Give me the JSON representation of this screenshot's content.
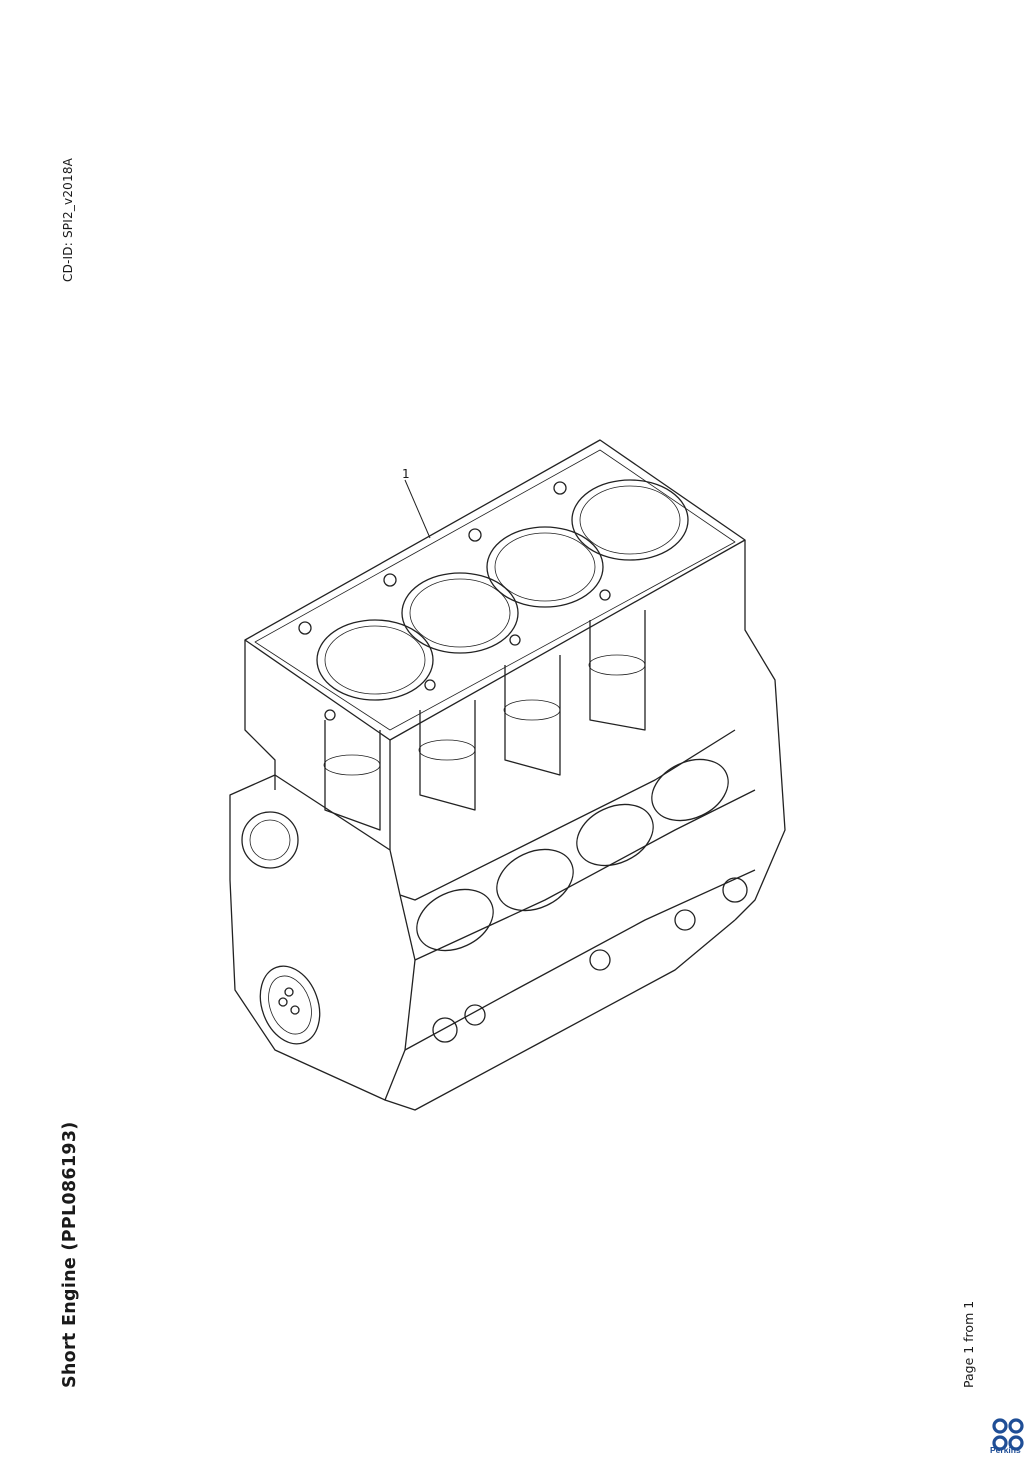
{
  "doc": {
    "cd_id": "CD-ID: SPI2_v2018A",
    "title": "Short Engine (PPL086193)",
    "page_info": "Page 1 from 1"
  },
  "figure": {
    "callouts": [
      "1"
    ]
  },
  "brand": {
    "logo_text": "Perkins",
    "color": "#1f4e96"
  }
}
